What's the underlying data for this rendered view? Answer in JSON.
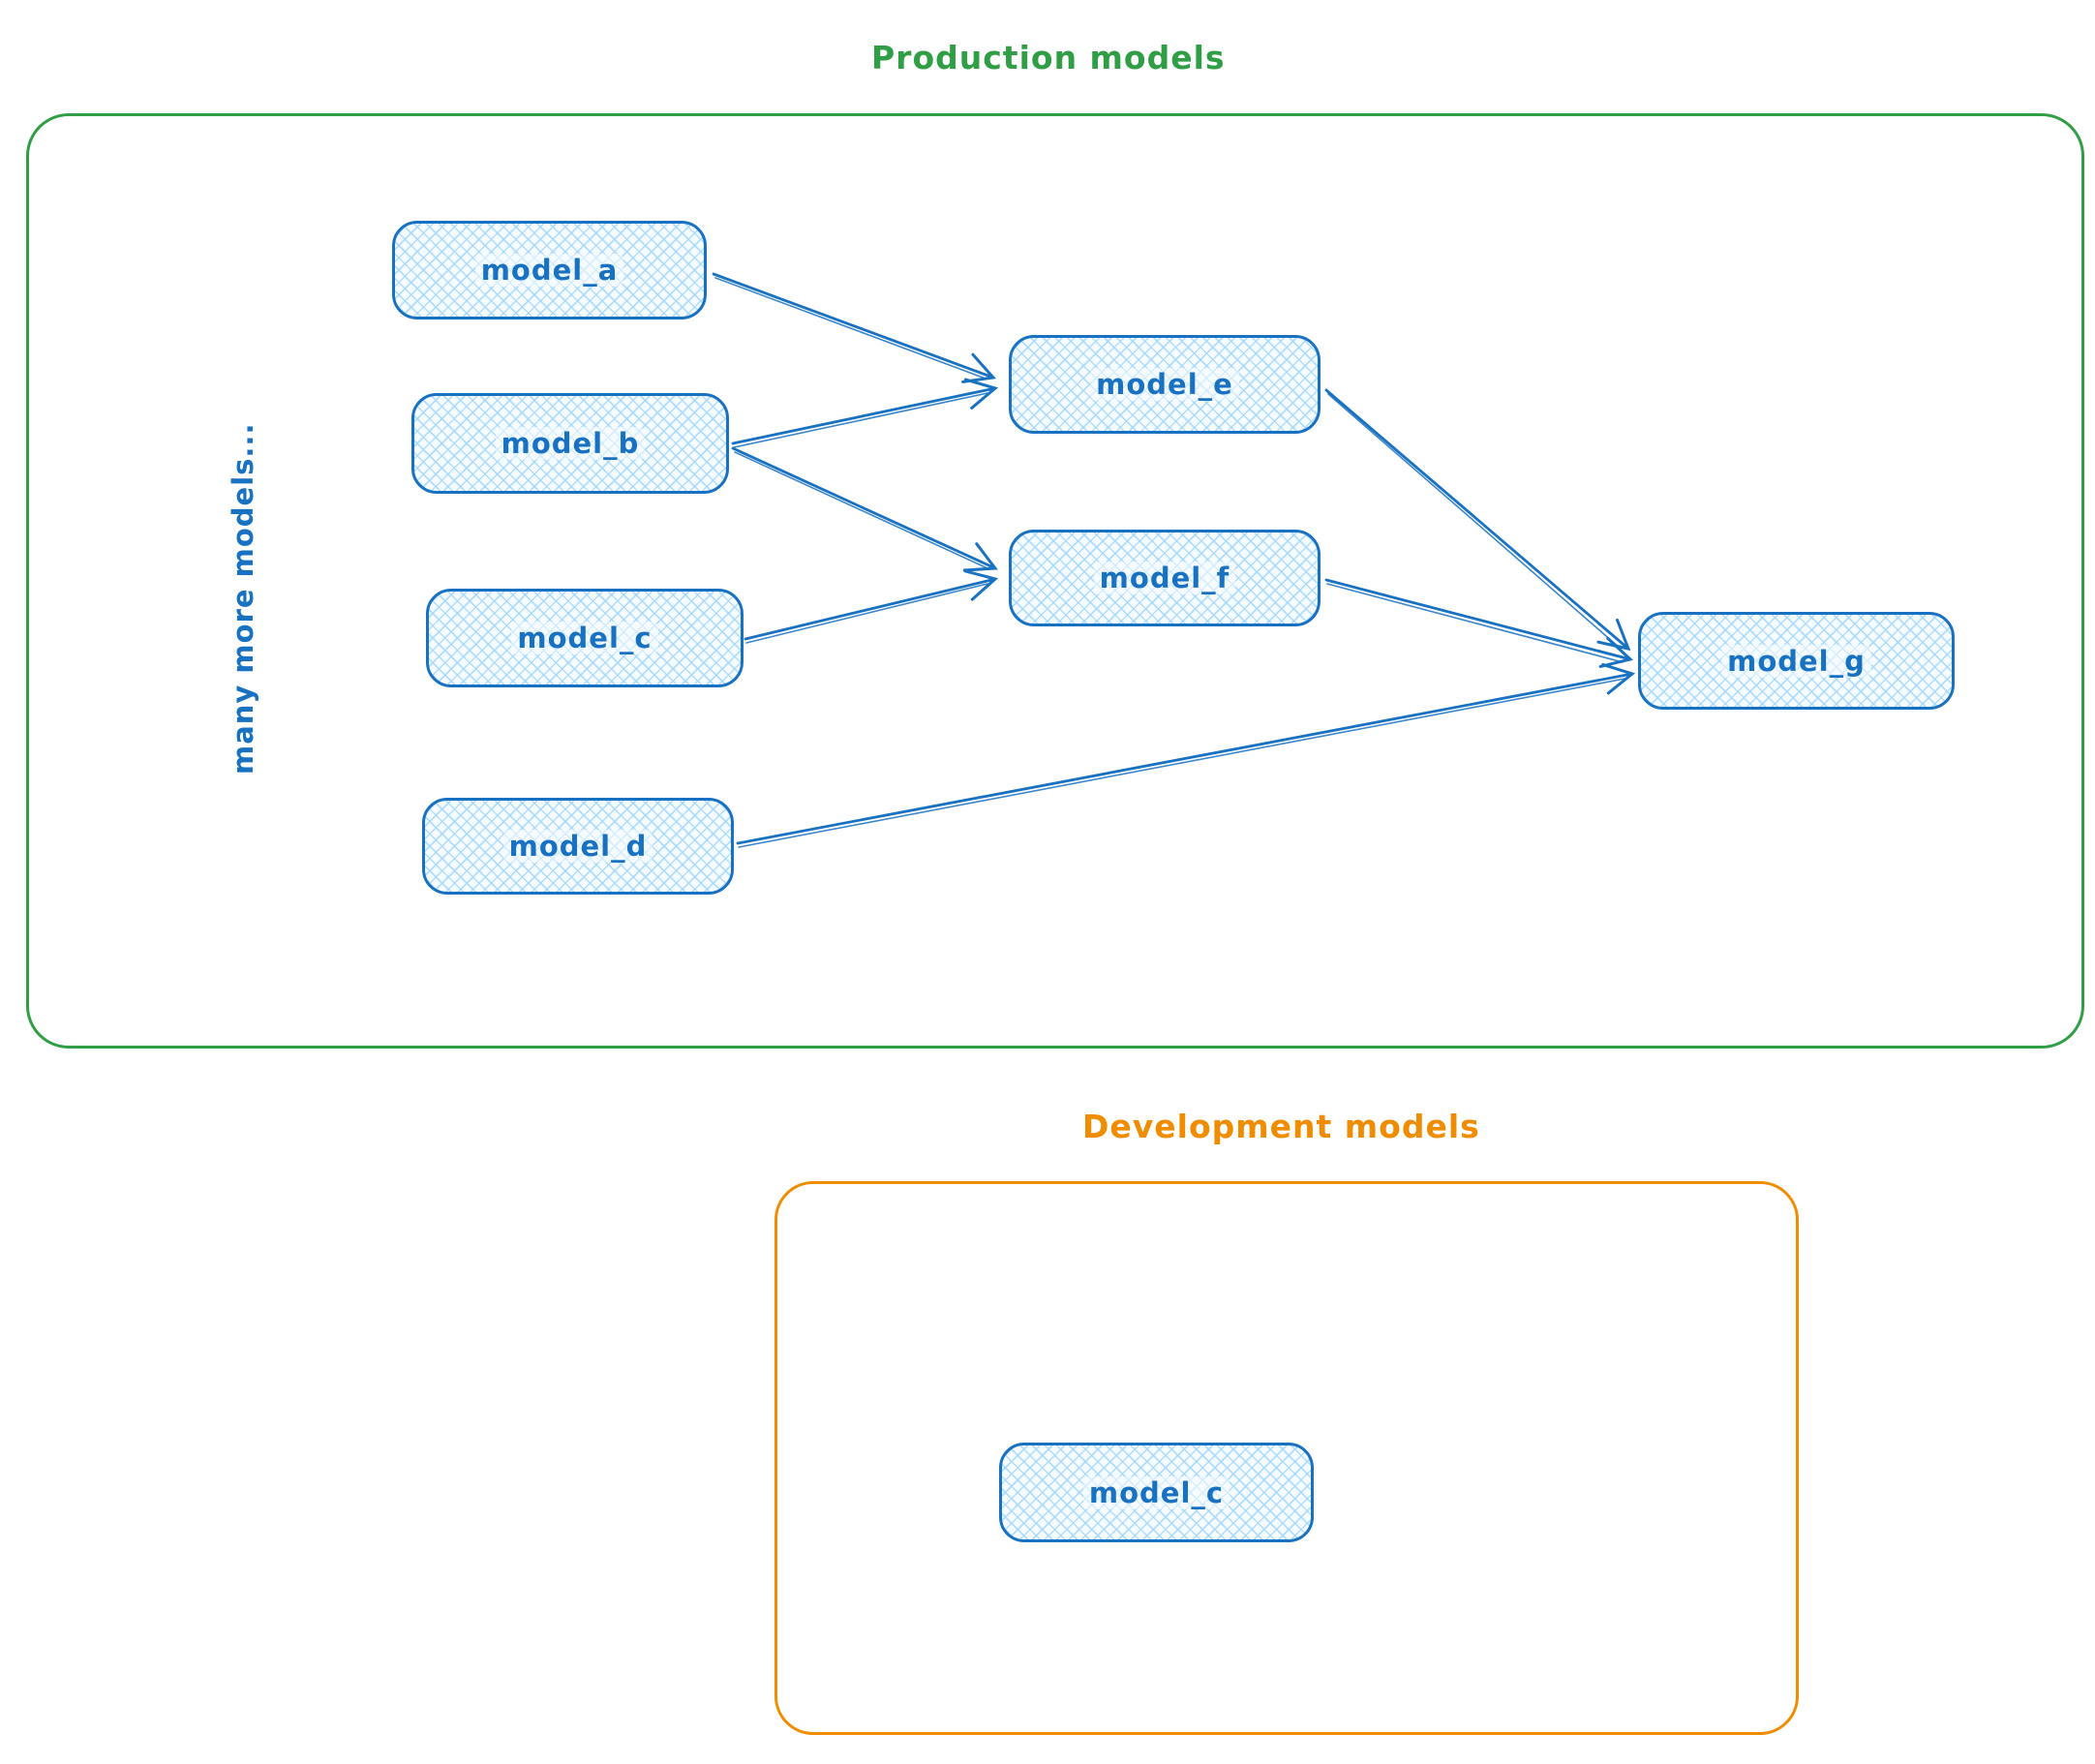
{
  "colors": {
    "production_border": "#2f9e44",
    "production_title": "#2f9e44",
    "development_border": "#f08c00",
    "development_title": "#f08c00",
    "node_border": "#1971c2",
    "node_hatch_fill": "#a5d8ff",
    "node_text": "#1971c2",
    "arrow": "#1971c2"
  },
  "production": {
    "title": "Production models",
    "side_label": "many more models...",
    "nodes": [
      {
        "label": "model_a"
      },
      {
        "label": "model_b"
      },
      {
        "label": "model_c"
      },
      {
        "label": "model_d"
      },
      {
        "label": "model_e"
      },
      {
        "label": "model_f"
      },
      {
        "label": "model_g"
      }
    ]
  },
  "development": {
    "title": "Development models",
    "nodes": [
      {
        "label": "model_c"
      }
    ]
  },
  "edges": [
    {
      "from": "model_a",
      "to": "model_e"
    },
    {
      "from": "model_b",
      "to": "model_e"
    },
    {
      "from": "model_b",
      "to": "model_f"
    },
    {
      "from": "model_c",
      "to": "model_f"
    },
    {
      "from": "model_e",
      "to": "model_g"
    },
    {
      "from": "model_f",
      "to": "model_g"
    },
    {
      "from": "model_d",
      "to": "model_g"
    }
  ]
}
